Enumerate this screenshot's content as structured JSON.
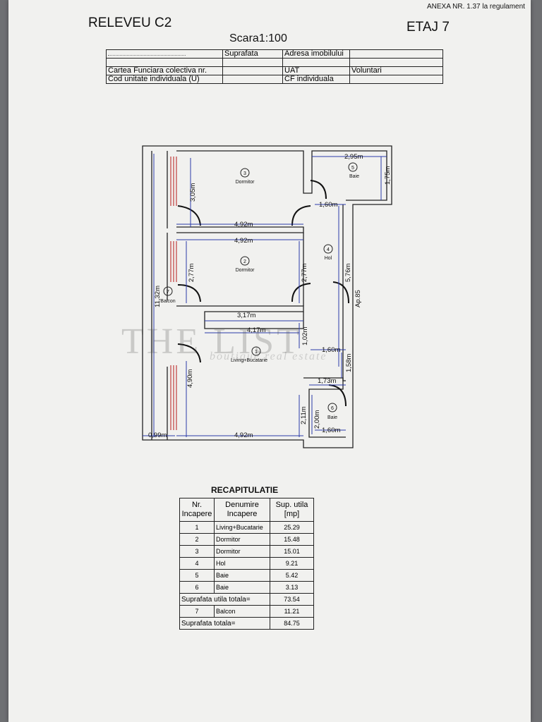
{
  "header": {
    "annex": "ANEXA NR. 1.37 la regulament",
    "title": "RELEVEU C2",
    "floor": "ETAJ 7",
    "scale": "Scara1:100"
  },
  "info_table": {
    "suprafata": "Suprafata",
    "adresa": "Adresa imobilului",
    "carte_funciara": "Cartea Funciara colectiva nr.",
    "uat": "UAT",
    "uat_value": "Voluntari",
    "cod_unitate": "Cod unitate individuala (U)",
    "cf_individuala": "CF individuala"
  },
  "plan": {
    "rooms": [
      {
        "nr": "3",
        "name": "Dormitor"
      },
      {
        "nr": "5",
        "name": "Baie"
      },
      {
        "nr": "2",
        "name": "Dormitor"
      },
      {
        "nr": "4",
        "name": "Hol"
      },
      {
        "nr": "7",
        "name": "Balcon"
      },
      {
        "nr": "1",
        "name": "Living+Bucatarie"
      },
      {
        "nr": "6",
        "name": "Baie"
      }
    ],
    "dimensions": {
      "d_295": "2,95m",
      "d_175": "1,75m",
      "d_305": "3,05m",
      "d_160a": "1,60m",
      "d_492a": "4,92m",
      "d_492b": "4,92m",
      "d_277a": "2,77m",
      "d_277b": "2,77m",
      "d_576": "5,76m",
      "d_1132": "11,32m",
      "d_ap85": "Ap.85",
      "d_317": "3,17m",
      "d_417": "4,17m",
      "d_102": "1,02m",
      "d_160b": "1,60m",
      "d_490": "4,90m",
      "d_158": "1,58m",
      "d_173": "1,73m",
      "d_211": "2,11m",
      "d_200": "2,00m",
      "d_099": "0,99m",
      "d_492c": "4,92m",
      "d_160c": "1,60m"
    }
  },
  "watermark": {
    "main": "THE LIST",
    "sub": "boutique real estate"
  },
  "recap": {
    "title": "RECAPITULATIE",
    "col_nr": "Nr. Incapere",
    "col_denumire": "Denumire Incapere",
    "col_sup": "Sup. utila [mp]",
    "rows": [
      {
        "nr": "1",
        "name": "Living+Bucatarie",
        "area": "25.29"
      },
      {
        "nr": "2",
        "name": "Dormitor",
        "area": "15.48"
      },
      {
        "nr": "3",
        "name": "Dormitor",
        "area": "15.01"
      },
      {
        "nr": "4",
        "name": "Hol",
        "area": "9.21"
      },
      {
        "nr": "5",
        "name": "Baie",
        "area": "5.42"
      },
      {
        "nr": "6",
        "name": "Baie",
        "area": "3.13"
      }
    ],
    "subtotal_label": "Suprafata utila totala=",
    "subtotal_value": "73.54",
    "balcon": {
      "nr": "7",
      "name": "Balcon",
      "area": "11.21"
    },
    "total_label": "Suprafata totala=",
    "total_value": "84.75"
  }
}
